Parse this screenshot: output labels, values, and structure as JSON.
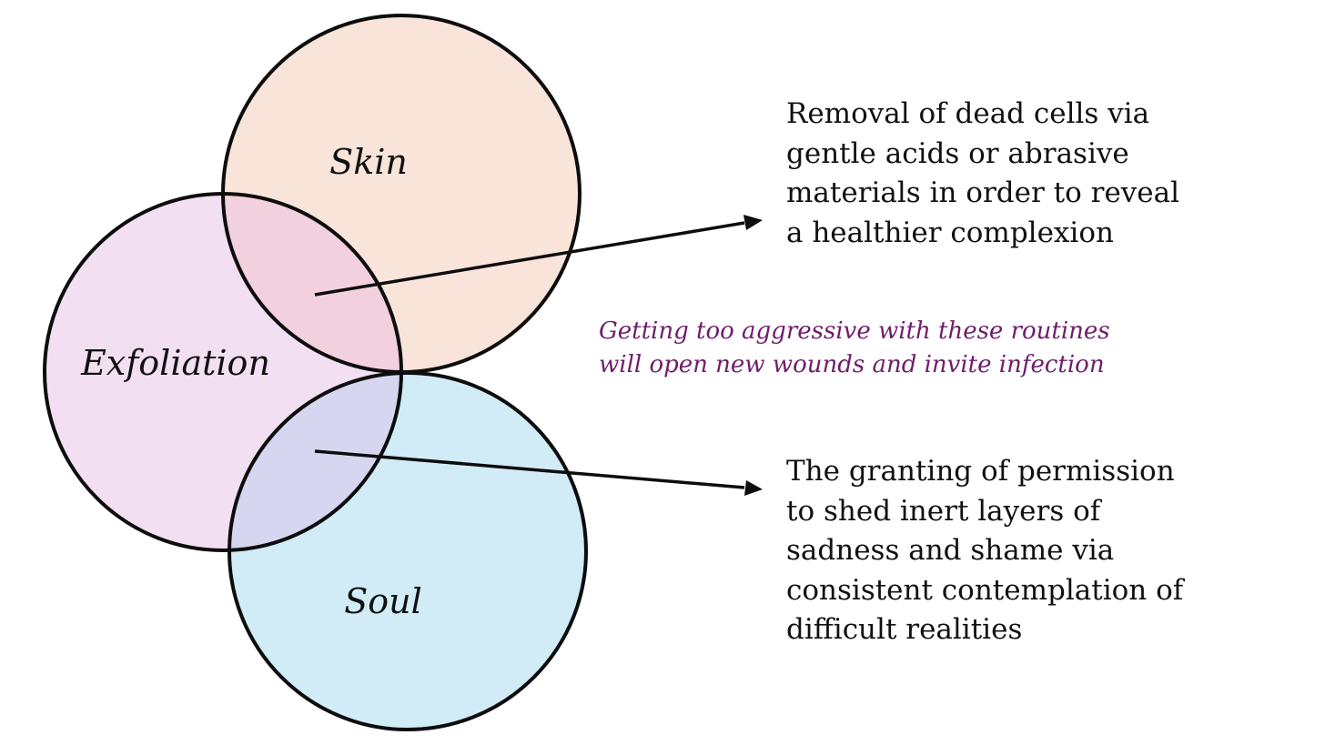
{
  "colors": {
    "skin_fill": "#f8e4d8",
    "exfoliation_fill": "#f2e0f2",
    "soul_fill": "#d1ecf7",
    "skin_overlap_fill": "#f2d0de",
    "soul_overlap_fill": "#d6d6f0",
    "outline": "#0d0d0d",
    "warning_text": "#6f1d6b"
  },
  "circles": {
    "skin": {
      "label": "Skin"
    },
    "exfoliation": {
      "label": "Exfoliation"
    },
    "soul": {
      "label": "Soul"
    }
  },
  "descriptions": {
    "skin": {
      "lines": [
        "Removal of dead cells via",
        "gentle acids or abrasive",
        "materials in order to reveal",
        "a healthier complexion"
      ]
    },
    "soul": {
      "lines": [
        "The granting of permission",
        "to shed inert layers of",
        "sadness and shame via",
        "consistent contemplation of",
        "difficult realities"
      ]
    }
  },
  "warning": {
    "lines": [
      "Getting too aggressive with these routines",
      "will open new wounds and invite infection"
    ]
  }
}
